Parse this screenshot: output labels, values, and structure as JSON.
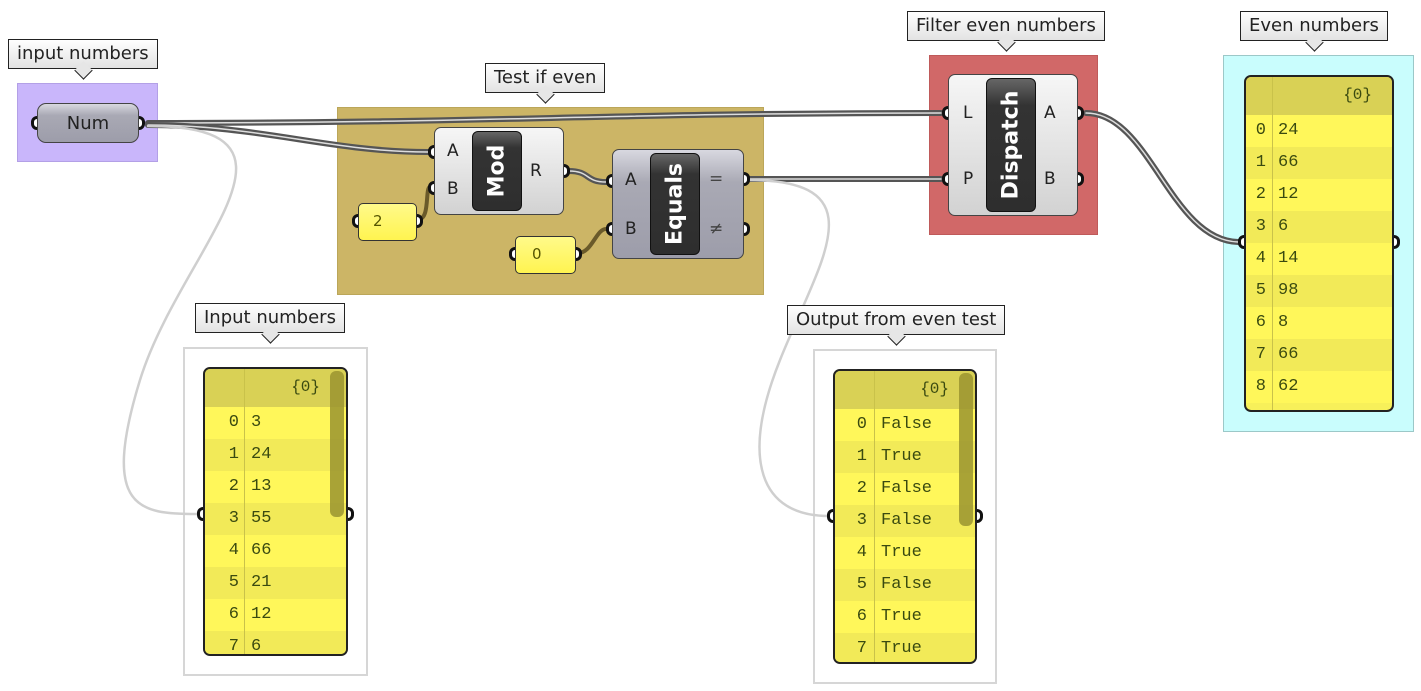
{
  "groups": {
    "input_numbers": {
      "label": "input numbers",
      "color": "#c9b6fb"
    },
    "test_if_even": {
      "label": "Test if even",
      "color": "#ccb566"
    },
    "filter_even": {
      "label": "Filter even numbers",
      "color": "#d16868"
    },
    "even_numbers": {
      "label": "Even numbers",
      "color": "#c9fdfd"
    },
    "input_panel": {
      "label": "Input numbers",
      "color": "#ffffff"
    },
    "output_panel": {
      "label": "Output from even test",
      "color": "#ffffff"
    }
  },
  "components": {
    "num": {
      "label": "Num"
    },
    "mod": {
      "nickname": "Mod",
      "inputs": [
        "A",
        "B"
      ],
      "outputs": [
        "R"
      ]
    },
    "equals": {
      "nickname": "Equals",
      "inputs": [
        "A",
        "B"
      ],
      "outputs": [
        "=",
        "≠"
      ]
    },
    "dispatch": {
      "nickname": "Dispatch",
      "inputs": [
        "L",
        "P"
      ],
      "outputs": [
        "A",
        "B"
      ]
    }
  },
  "sliders": {
    "divisor": {
      "value": "2"
    },
    "compare": {
      "value": "0"
    }
  },
  "panels": {
    "input_numbers": {
      "path": "{0}",
      "rows": [
        {
          "index": "0",
          "value": "3"
        },
        {
          "index": "1",
          "value": "24"
        },
        {
          "index": "2",
          "value": "13"
        },
        {
          "index": "3",
          "value": "55"
        },
        {
          "index": "4",
          "value": "66"
        },
        {
          "index": "5",
          "value": "21"
        },
        {
          "index": "6",
          "value": "12"
        },
        {
          "index": "7",
          "value": "6"
        }
      ]
    },
    "even_test": {
      "path": "{0}",
      "rows": [
        {
          "index": "0",
          "value": "False"
        },
        {
          "index": "1",
          "value": "True"
        },
        {
          "index": "2",
          "value": "False"
        },
        {
          "index": "3",
          "value": "False"
        },
        {
          "index": "4",
          "value": "True"
        },
        {
          "index": "5",
          "value": "False"
        },
        {
          "index": "6",
          "value": "True"
        },
        {
          "index": "7",
          "value": "True"
        }
      ]
    },
    "even_numbers": {
      "path": "{0}",
      "rows": [
        {
          "index": "0",
          "value": "24"
        },
        {
          "index": "1",
          "value": "66"
        },
        {
          "index": "2",
          "value": "12"
        },
        {
          "index": "3",
          "value": "6"
        },
        {
          "index": "4",
          "value": "14"
        },
        {
          "index": "5",
          "value": "98"
        },
        {
          "index": "6",
          "value": "8"
        },
        {
          "index": "7",
          "value": "66"
        },
        {
          "index": "8",
          "value": "62"
        }
      ]
    }
  }
}
